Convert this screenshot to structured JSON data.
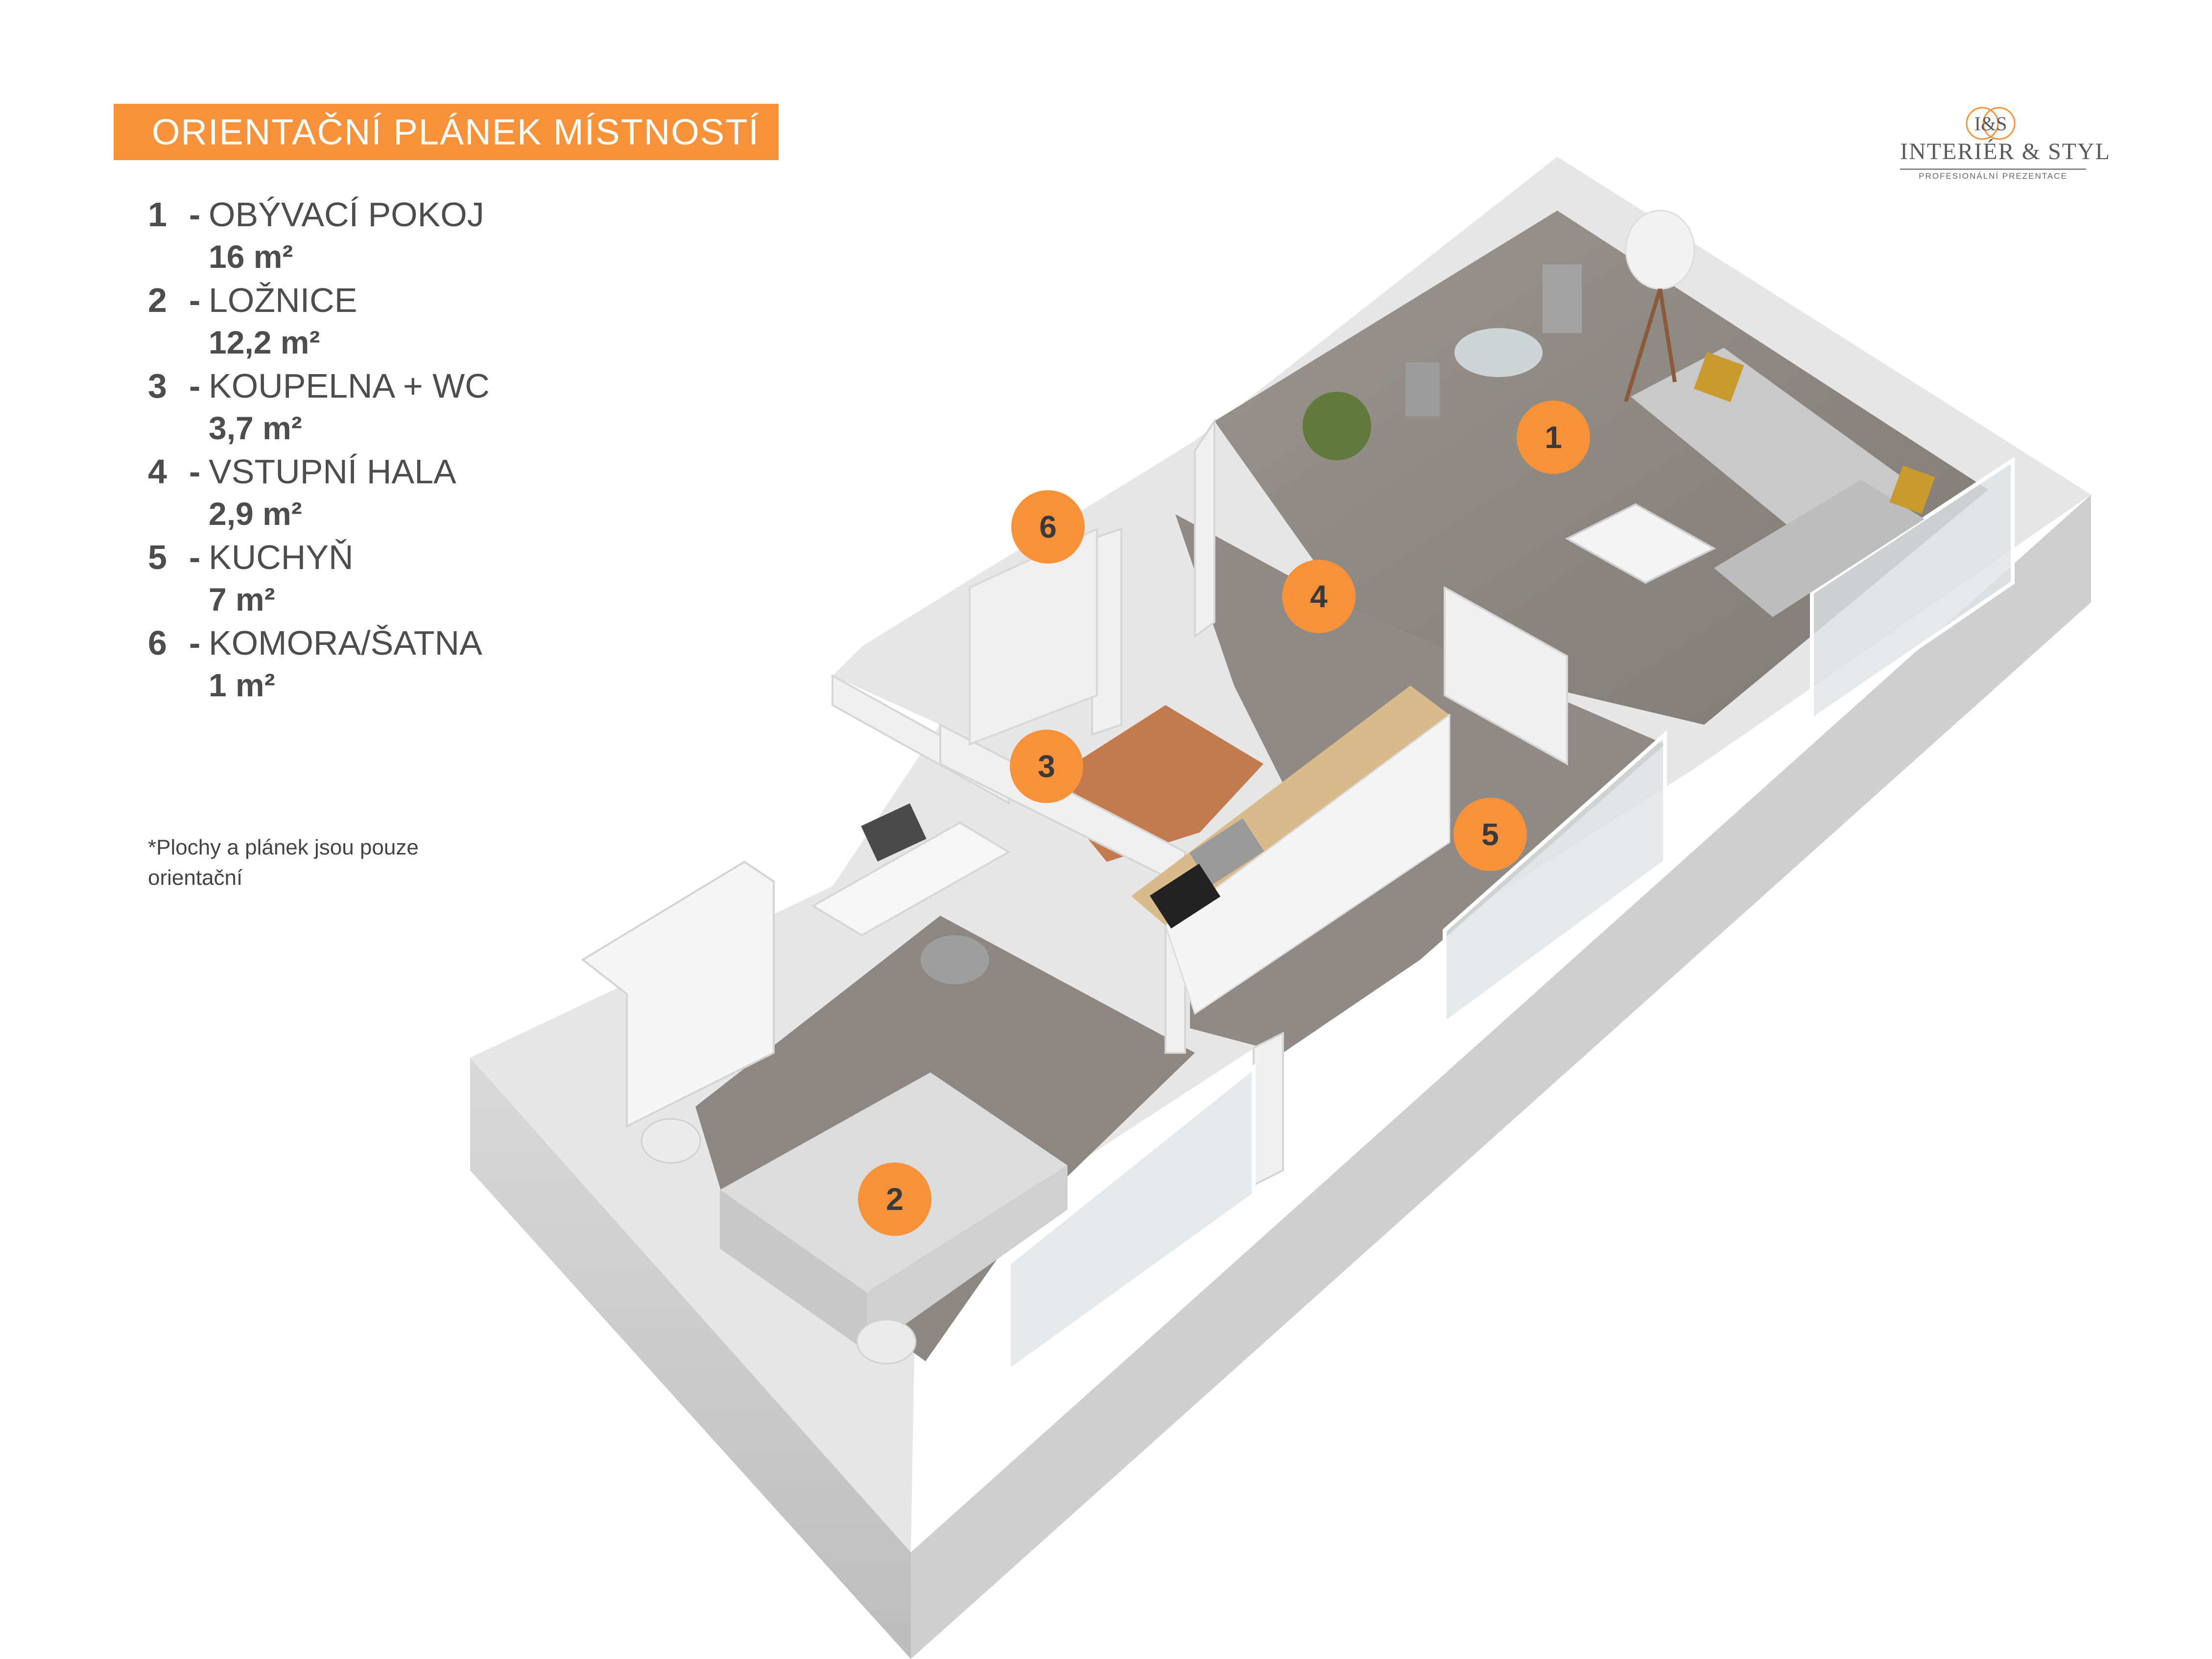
{
  "title": "ORIENTAČNÍ PLÁNEK MÍSTNOSTÍ",
  "logo": {
    "mark": "I&S",
    "name": "INTERIÉR & STYL",
    "tagline": "PROFESIONÁLNÍ PREZENTACE"
  },
  "rooms": [
    {
      "num": "1",
      "name": "OBÝVACÍ POKOJ",
      "area": "16 m²"
    },
    {
      "num": "2",
      "name": "LOŽNICE",
      "area": "12,2 m²"
    },
    {
      "num": "3",
      "name": "KOUPELNA + WC",
      "area": "3,7 m²"
    },
    {
      "num": "4",
      "name": "VSTUPNÍ HALA",
      "area": "2,9 m²"
    },
    {
      "num": "5",
      "name": "KUCHYŇ",
      "area": "7 m²"
    },
    {
      "num": "6",
      "name": "KOMORA/ŠATNA",
      "area": "1 m²"
    }
  ],
  "note": "*Plochy a plánek jsou pouze orientační",
  "markers": [
    "1",
    "2",
    "3",
    "4",
    "5",
    "6"
  ],
  "colors": {
    "accent": "#f7923a",
    "wall": "#e4e4e4",
    "floor": "#8a8580",
    "text": "#4d4d4d"
  }
}
